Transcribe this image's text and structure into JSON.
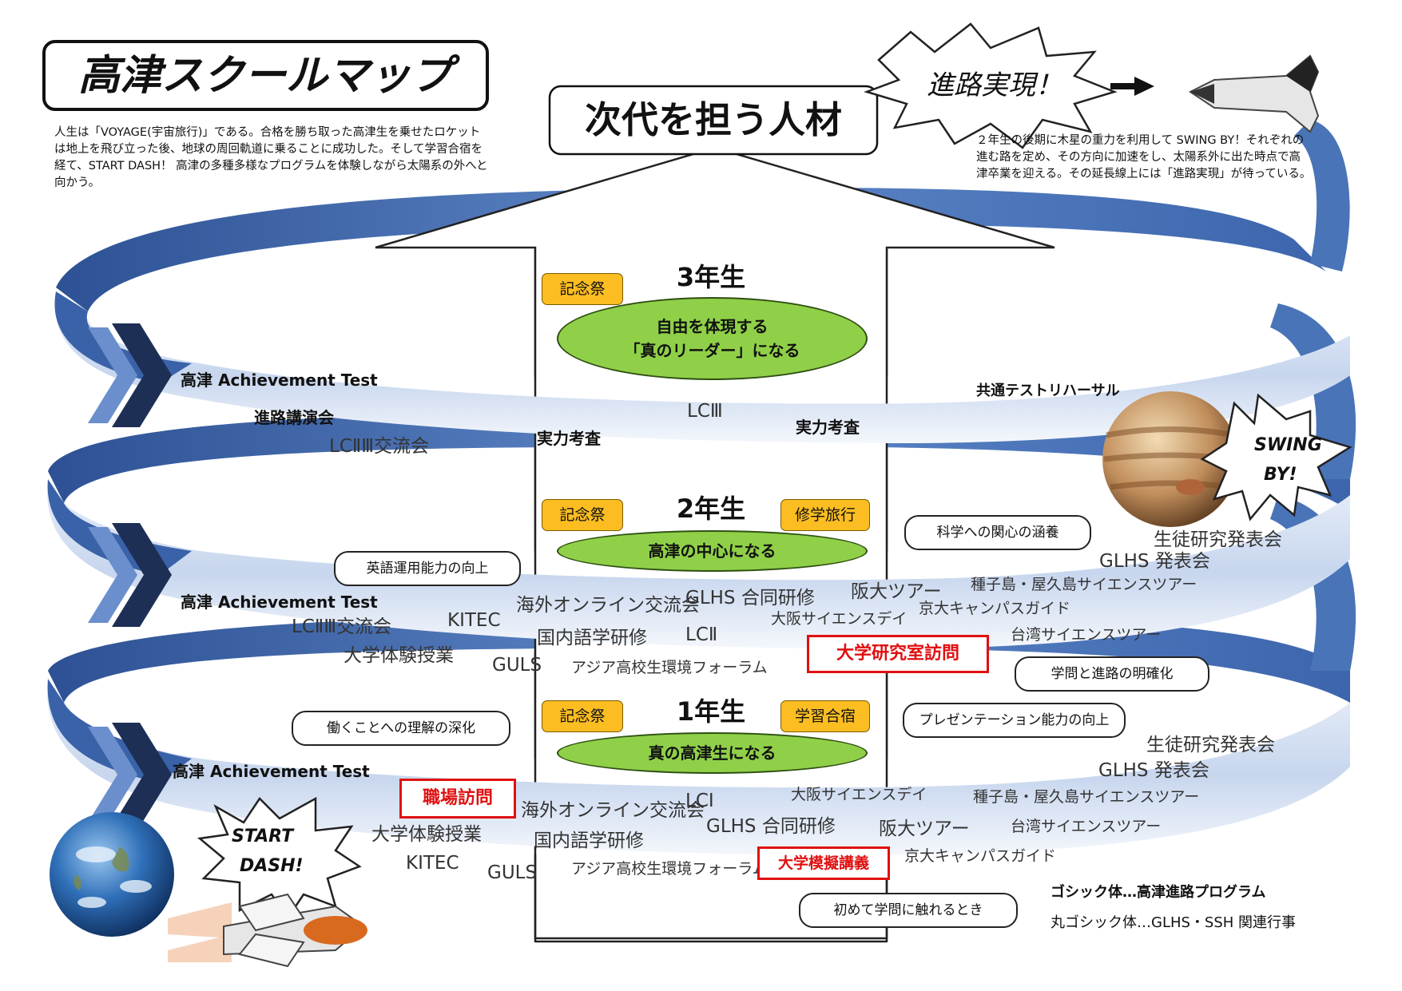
{
  "title": "高津スクールマップ",
  "intro": "人生は「VOYAGE(宇宙旅行)」である。合格を勝ち取った高津生を乗せたロケットは地上を飛び立った後、地球の周回軌道に乗ることに成功した。そして学習合宿を経て、START DASH！ 高津の多種多様なプログラムを体験しながら太陽系の外へと向かう。",
  "goal": "次代を担う人材",
  "burst_career": "進路実現！",
  "right_note": "２年生の後期に木星の重力を利用して SWING BY！それぞれの進む路を定め、その方向に加速をし、太陽系外に出た時点で高津卒業を迎える。その延長線上には「進路実現」が待っている。",
  "swing_by": [
    "SWING",
    "BY!"
  ],
  "start_dash": [
    "START",
    "DASH!"
  ],
  "colors": {
    "band": "#4a74b8",
    "band_light": "#dde7f5",
    "band_dark": "#2d5194",
    "tag": "#fbbd21",
    "goal_ellipse": "#8fd048",
    "highlight": "#e01010"
  },
  "grade3": {
    "label": "3年生",
    "tag_left": "記念祭",
    "goal": [
      "自由を体現する",
      "「真のリーダー」になる"
    ],
    "items": {
      "achievement": "高津 Achievement Test",
      "lecture": "進路講演会",
      "lc23": "LCⅡⅢ交流会",
      "jitsuryoku1": "実力考査",
      "lc3": "LCⅢ",
      "jitsuryoku2": "実力考査",
      "rehearsal": "共通テストリハーサル"
    }
  },
  "grade2": {
    "label": "2年生",
    "tag_left": "記念祭",
    "tag_right": "修学旅行",
    "goal": "高津の中心になる",
    "bubble_english": "英語運用能力の向上",
    "bubble_science": "科学への関心の涵養",
    "bubble_study": "学問と進路の明確化",
    "highlight": "大学研究室訪問",
    "items": {
      "achievement": "高津 Achievement Test",
      "lc23": "LCⅡⅢ交流会",
      "kitec": "KITEC",
      "daigaku": "大学体験授業",
      "kaigai": "海外オンライン交流会",
      "kokunai": "国内語学研修",
      "guls": "GULS",
      "asia": "アジア高校生環境フォーラム",
      "glhs_godo": "GLHS 合同研修",
      "lc2": "LCⅡ",
      "handai": "阪大ツアー",
      "osaka_sci": "大阪サイエンスデイ",
      "kyodai": "京大キャンパスガイド",
      "tanegashima": "種子島・屋久島サイエンスツアー",
      "taiwan": "台湾サイエンスツアー",
      "glhs_happyo": "GLHS 発表会",
      "seito": "生徒研究発表会"
    }
  },
  "grade1": {
    "label": "1年生",
    "tag_left": "記念祭",
    "tag_right": "学習合宿",
    "goal": "真の高津生になる",
    "bubble_work": "働くことへの理解の深化",
    "bubble_present": "プレゼンテーション能力の向上",
    "bubble_first": "初めて学問に触れるとき",
    "highlight_work": "職場訪問",
    "highlight_lecture": "大学模擬講義",
    "items": {
      "achievement": "高津 Achievement Test",
      "daigaku": "大学体験授業",
      "kitec": "KITEC",
      "guls": "GULS",
      "kaigai": "海外オンライン交流会",
      "kokunai": "国内語学研修",
      "asia": "アジア高校生環境フォーラム",
      "lc1": "LCⅠ",
      "glhs_godo": "GLHS 合同研修",
      "osaka_sci": "大阪サイエンスデイ",
      "handai": "阪大ツアー",
      "kyodai": "京大キャンパスガイド",
      "tanegashima": "種子島・屋久島サイエンスツアー",
      "taiwan": "台湾サイエンスツアー",
      "glhs_happyo": "GLHS 発表会",
      "seito": "生徒研究発表会"
    }
  },
  "legend": {
    "gothic": "ゴシック体…高津進路プログラム",
    "round": "丸ゴシック体…GLHS・SSH 関連行事"
  }
}
